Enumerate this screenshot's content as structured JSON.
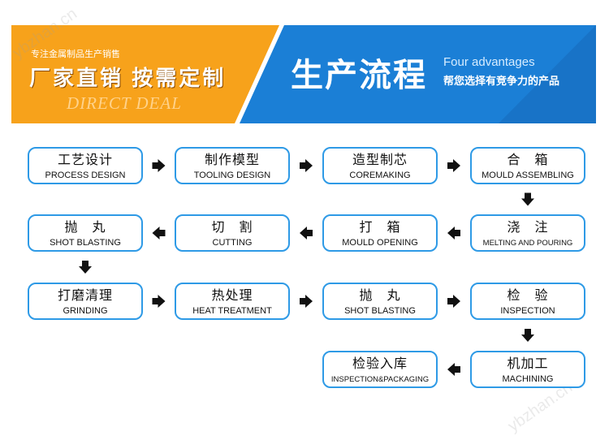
{
  "header": {
    "tagline": "专注金属制品生产销售",
    "slogan": "厂家直销 按需定制",
    "direct_deal": "DIRECT DEAL",
    "title": "生产流程",
    "advantages_en": "Four advantages",
    "advantages_cn": "帮您选择有竞争力的产品",
    "colors": {
      "orange": "#f7a21b",
      "blue": "#1b7fd6"
    }
  },
  "watermarks": [
    "ybzhan.cn",
    "ybzhan.cn"
  ],
  "steps": [
    {
      "cn": "工艺设计",
      "en": "PROCESS DESIGN"
    },
    {
      "cn": "制作模型",
      "en": "TOOLING DESIGN"
    },
    {
      "cn": "造型制芯",
      "en": "COREMAKING"
    },
    {
      "cn": "合　箱",
      "en": "MOULD ASSEMBLING"
    },
    {
      "cn": "浇　注",
      "en": "MELTING AND POURING"
    },
    {
      "cn": "打　箱",
      "en": "MOULD OPENING"
    },
    {
      "cn": "切　割",
      "en": "CUTTING"
    },
    {
      "cn": "抛　丸",
      "en": "SHOT BLASTING"
    },
    {
      "cn": "打磨清理",
      "en": "GRINDING"
    },
    {
      "cn": "热处理",
      "en": "HEAT TREATMENT"
    },
    {
      "cn": "抛　丸",
      "en": "SHOT BLASTING"
    },
    {
      "cn": "检　验",
      "en": "INSPECTION"
    },
    {
      "cn": "机加工",
      "en": "MACHINING"
    },
    {
      "cn": "检验入库",
      "en": "INSPECTION&PACKAGING"
    }
  ],
  "flow": [
    {
      "from": 0,
      "to": 1,
      "dir": "right"
    },
    {
      "from": 1,
      "to": 2,
      "dir": "right"
    },
    {
      "from": 2,
      "to": 3,
      "dir": "right"
    },
    {
      "from": 3,
      "to": 4,
      "dir": "down"
    },
    {
      "from": 4,
      "to": 5,
      "dir": "left"
    },
    {
      "from": 5,
      "to": 6,
      "dir": "left"
    },
    {
      "from": 6,
      "to": 7,
      "dir": "left"
    },
    {
      "from": 7,
      "to": 8,
      "dir": "down"
    },
    {
      "from": 8,
      "to": 9,
      "dir": "right"
    },
    {
      "from": 9,
      "to": 10,
      "dir": "right"
    },
    {
      "from": 10,
      "to": 11,
      "dir": "right"
    },
    {
      "from": 11,
      "to": 12,
      "dir": "down"
    },
    {
      "from": 12,
      "to": 13,
      "dir": "left"
    }
  ]
}
